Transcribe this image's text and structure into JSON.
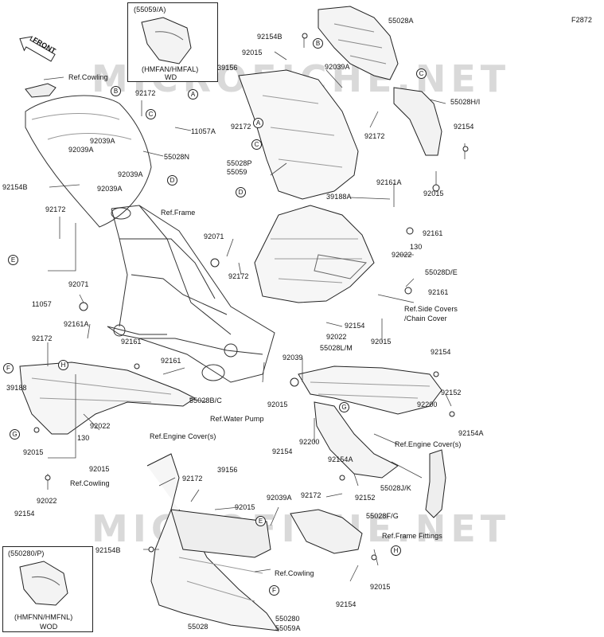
{
  "figure_code": "F2872",
  "front_label": "FRONT",
  "watermark": "MICROFICHE.NET",
  "inset_top": {
    "part": "(55059/A)",
    "variant": "(HMFAN/HMFAL)",
    "note": "WD"
  },
  "inset_bottom": {
    "part": "(550280/P)",
    "variant": "(HMFNN/HMFNL)",
    "note": "WOD"
  },
  "callouts": {
    "A": "A",
    "B": "B",
    "C": "C",
    "D": "D",
    "E": "E",
    "F": "F",
    "G": "G",
    "H": "H"
  },
  "labels": [
    "Ref.Cowling",
    "92172",
    "11057A",
    "55028N",
    "92039A",
    "92039A",
    "92039A",
    "92039A",
    "92154B",
    "92172",
    "11057",
    "92071",
    "92161A",
    "92172",
    "39188",
    "92015",
    "92154",
    "92022",
    "130",
    "92015",
    "92022",
    "92161",
    "92161",
    "Ref.Frame",
    "92071",
    "92172",
    "55028B/C",
    "Ref.Water Pump",
    "Ref.Engine Cover(s)",
    "Ref.Cowling",
    "92172",
    "39156",
    "92015",
    "92154B",
    "55028",
    "550280",
    "55059A",
    "92039A",
    "92172",
    "55028F/G",
    "Ref.Frame Fittings",
    "92154",
    "92015",
    "Ref.Cowling",
    "92154A",
    "92152",
    "55028J/K",
    "Ref.Engine Cover(s)",
    "92154",
    "92200",
    "92039",
    "92015",
    "55028L/M",
    "92154",
    "92200",
    "92152",
    "92154A",
    "92154",
    "92022",
    "92015",
    "Ref.Side Covers",
    "/Chain Cover",
    "92161",
    "55028D/E",
    "130",
    "92022",
    "92161",
    "92015",
    "39188A",
    "92161A",
    "92154",
    "92172",
    "55028H/I",
    "92172",
    "55028P",
    "55059",
    "92039A",
    "39156",
    "92015",
    "92154B",
    "55028A"
  ]
}
